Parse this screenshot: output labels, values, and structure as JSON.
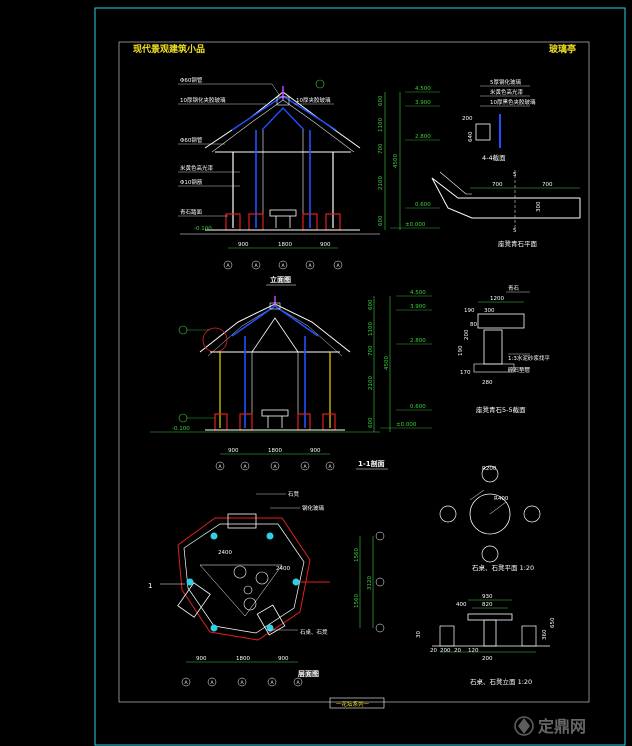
{
  "drawing": {
    "title_left": "现代景观建筑小品",
    "title_right": "玻璃亭",
    "sheet_caption": "一花坛系列一",
    "watermark_text": "定鼎网",
    "watermark_icon": "logo-icon",
    "colors": {
      "background": "#000000",
      "frame": "#2fd0e6",
      "title": "#f0e020",
      "annotation": "#ffffff",
      "dimension": "#3fd23f",
      "section_red": "#e02020",
      "column_blue": "#2050ff",
      "purple": "#c040ff"
    }
  },
  "elevation": {
    "view_title": "立面图",
    "leaders": [
      "Φ60钢管",
      "10厚钢化夹胶玻璃",
      "10厚夹胶玻璃",
      "Φ60钢管",
      "米黄色高光漆",
      "Φ10钢筋",
      "青石踏面"
    ],
    "level_neg": "-0.100",
    "levels": [
      "4.500",
      "3.900",
      "2.800",
      "0.600",
      "±0.000"
    ],
    "side_dims": [
      "600",
      "1100",
      "700",
      "2100",
      "600",
      "4500"
    ],
    "bottom_dims": [
      "900",
      "1800",
      "900"
    ],
    "axes": [
      "A",
      "A",
      "A",
      "A",
      "A"
    ]
  },
  "section_1_1": {
    "view_title": "1-1剖面",
    "level_neg": "-0.100",
    "levels": [
      "4.500",
      "3.900",
      "2.800",
      "0.600",
      "±0.000"
    ],
    "side_dims": [
      "600",
      "1100",
      "700",
      "2100",
      "600",
      "4500"
    ],
    "bottom_dims": [
      "900",
      "1800",
      "900"
    ],
    "axes": [
      "A",
      "A",
      "A",
      "A",
      "A"
    ]
  },
  "plan": {
    "view_title": "层面图",
    "leaders": [
      "石凳",
      "钢化玻璃",
      "石桌、石凳"
    ],
    "dims_right": [
      "1560",
      "1560",
      "3120"
    ],
    "dims_bottom": [
      "900",
      "1800",
      "900"
    ],
    "inner_dims": [
      "2400",
      "2400"
    ],
    "marker": "1",
    "axes": [
      "A",
      "A",
      "A",
      "A",
      "A"
    ]
  },
  "detail_4_4": {
    "view_title": "4-4截面",
    "leaders": [
      "5厚钢化玻璃",
      "米黄色高光漆",
      "10厚黑色夹胶玻璃"
    ],
    "dims": [
      "200",
      "640"
    ]
  },
  "stone_plan": {
    "view_title": "座凳青石平面",
    "dims": [
      "700",
      "700",
      "5",
      "5",
      "300"
    ]
  },
  "stone_section": {
    "view_title": "座凳青石5-5截面",
    "leaders": [
      "青石",
      "1:3水泥砂浆找平",
      "碎石垫层"
    ],
    "dims": [
      "1200",
      "190",
      "300",
      "80",
      "190",
      "200",
      "280",
      "170"
    ]
  },
  "table_plan": {
    "view_title": "石桌、石凳平面  1:20",
    "dims": [
      "R200",
      "R400"
    ]
  },
  "table_elevation": {
    "view_title": "石桌、石凳立面  1:20",
    "dims": [
      "930",
      "820",
      "400",
      "200",
      "20",
      "20",
      "120",
      "30",
      "650",
      "200",
      "360"
    ]
  }
}
